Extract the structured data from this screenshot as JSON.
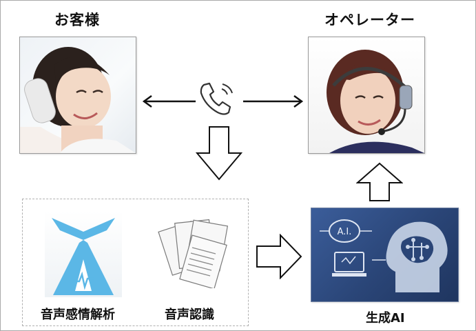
{
  "customer": {
    "label": "お客様"
  },
  "operator": {
    "label": "オペレーター"
  },
  "analysis": {
    "emotion_label": "音声感情解析",
    "recognition_label": "音声認識"
  },
  "ai": {
    "label": "生成AI",
    "badge": "A.I."
  },
  "icons": {
    "phone": "phone-icon",
    "arrow_left": "arrow-left-icon",
    "arrow_right": "arrow-right-icon",
    "arrow_down": "block-arrow-down-icon",
    "arrow_right_block": "block-arrow-right-icon",
    "arrow_up": "block-arrow-up-icon"
  },
  "colors": {
    "emotion_blue": "#5bb7e6",
    "ai_panel": "#2f4f86"
  }
}
